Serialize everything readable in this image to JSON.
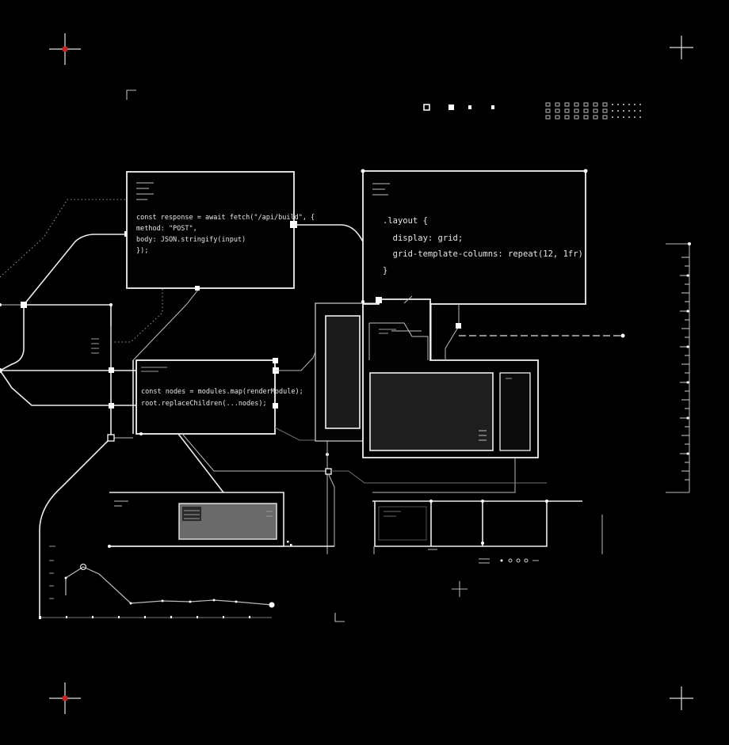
{
  "colors": {
    "background": "#000000",
    "line": "#ececec",
    "crosshair_accent": "#d01c1c",
    "panel_fill": "#1e1e1e"
  },
  "code_panels": {
    "fetch": {
      "lines": [
        "const response = await fetch(\"/api/build\", {",
        "  method: \"POST\",",
        "  body: JSON.stringify(input)",
        "});"
      ]
    },
    "layout": {
      "lines": [
        ".layout {",
        "  display: grid;",
        "  grid-template-columns: repeat(12, 1fr);",
        "}"
      ]
    },
    "render": {
      "lines": [
        "const nodes = modules.map(renderModule);",
        "root.replaceChildren(...nodes);"
      ]
    }
  },
  "icons": {
    "corner_markers": [
      "crosshair-icon",
      "crosshair-icon",
      "crosshair-icon",
      "crosshair-icon",
      "crosshair-icon"
    ],
    "brackets": [
      "corner-bracket-icon",
      "corner-bracket-icon"
    ]
  }
}
